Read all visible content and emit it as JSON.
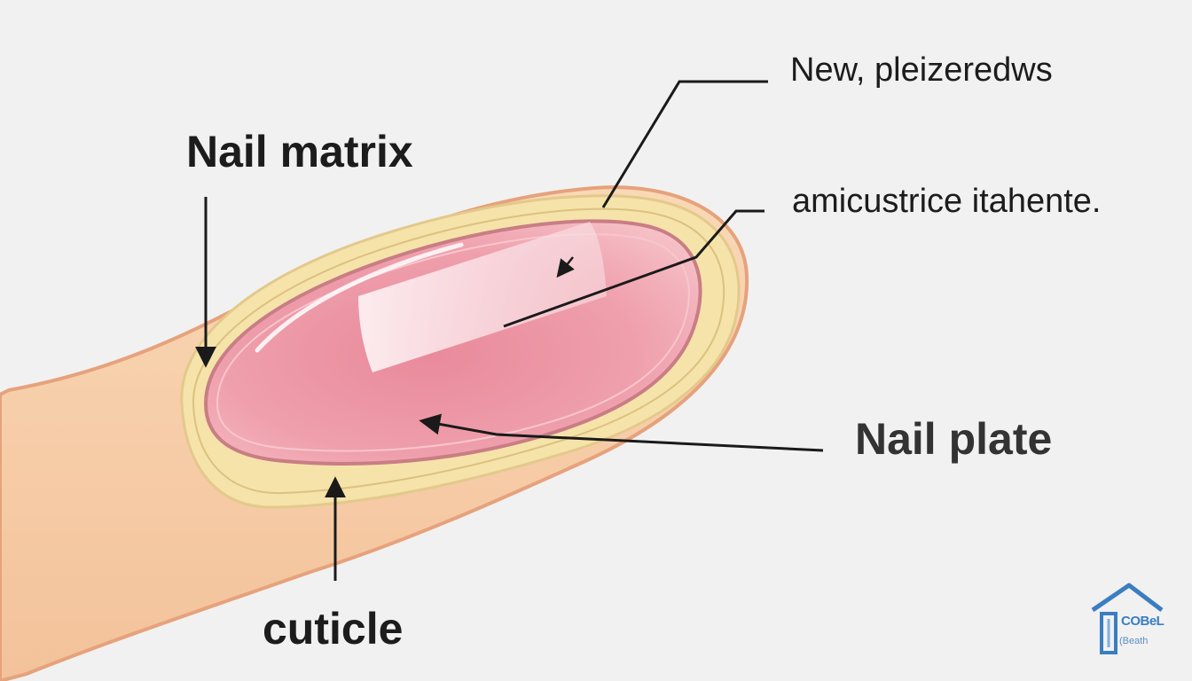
{
  "labels": {
    "nail_matrix": "Nail matrix",
    "new_pleizeredws": "New, pleizeredws",
    "amicustrice": "amicustrice itahente.",
    "nail_plate": "Nail plate",
    "cuticle": "cuticle"
  },
  "logo": {
    "name": "COBeL",
    "sub": "(Beath"
  },
  "colors": {
    "background": "#f1f1f1",
    "skin": "#f7cfa8",
    "skin_outline": "#e6a27c",
    "cuticle_band": "#f5e3aa",
    "nail_plate": "#ec9aa7",
    "nail_highlight": "#fbe6ea",
    "leader_line": "#1a1a1a",
    "logo": "#3a7ec0"
  },
  "icons": [
    "house-logo-icon"
  ]
}
